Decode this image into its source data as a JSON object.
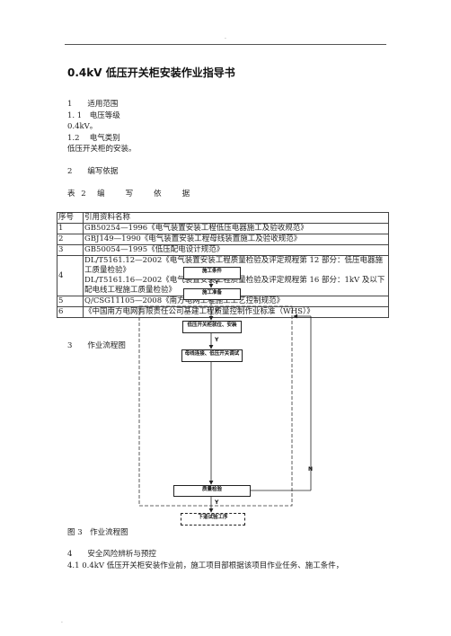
{
  "header_mark": "·",
  "title": "0.4kV 低压开关柜安装作业指导书",
  "s1": {
    "heading": "1　　适用范围",
    "s11": "1. 1　电压等级",
    "s11_text": "0.4kV。",
    "s12": "1.2　 电气类别",
    "s12_text": "低压开关柜的安装。"
  },
  "s2": {
    "heading": "2　　编写依据",
    "table_caption": "表 2　编　　写　　依　　据",
    "table_header": [
      "序号",
      "引用资料名称"
    ],
    "rows": [
      {
        "no": "1",
        "lines": [
          "GB50254—1996《电气装置安装工程低压电器施工及验收规范》"
        ]
      },
      {
        "no": "2",
        "lines": [
          "GBJ149—1990《电气装置安装工程母线装置施工及验收规范》"
        ]
      },
      {
        "no": "3",
        "lines": [
          "GB50054—1995《低压配电设计规范》"
        ]
      },
      {
        "no": "4",
        "lines": [
          "DL/T5161.12—2002《电气装置安装工程质量检验及评定规程第 12 部分：低压电器施工质量检验》",
          "DL/T5161.16—2002《电气装置安装工程质量检验及评定规程第 16 部分：1kV 及以下配电线工程施工质量检验》"
        ]
      },
      {
        "no": "5",
        "lines": [
          "Q/CSG11105—2008《南方电网工程施工工艺控制规范》"
        ]
      },
      {
        "no": "6",
        "lines": [
          "《中国南方电网有限责任公司基建工程质量控制作业标准（WHS）》"
        ]
      }
    ]
  },
  "s3": {
    "heading": "3　　作业流程图",
    "flow": {
      "steps": [
        "施工条件",
        "施工准备",
        "低压开关柜就位、安装",
        "母线连接、低压开关调试",
        "质量检验",
        "下道试验工序"
      ],
      "yes": "Y",
      "no": "N"
    },
    "figure_caption": "图 3　作业流程图"
  },
  "s4": {
    "heading": "4　　安全风险辨析与预控",
    "s41_text": "4.1 0.4kV 低压开关柜安装作业前，施工项目部根据该项目作业任务、施工条件，"
  },
  "footer_mark": "."
}
